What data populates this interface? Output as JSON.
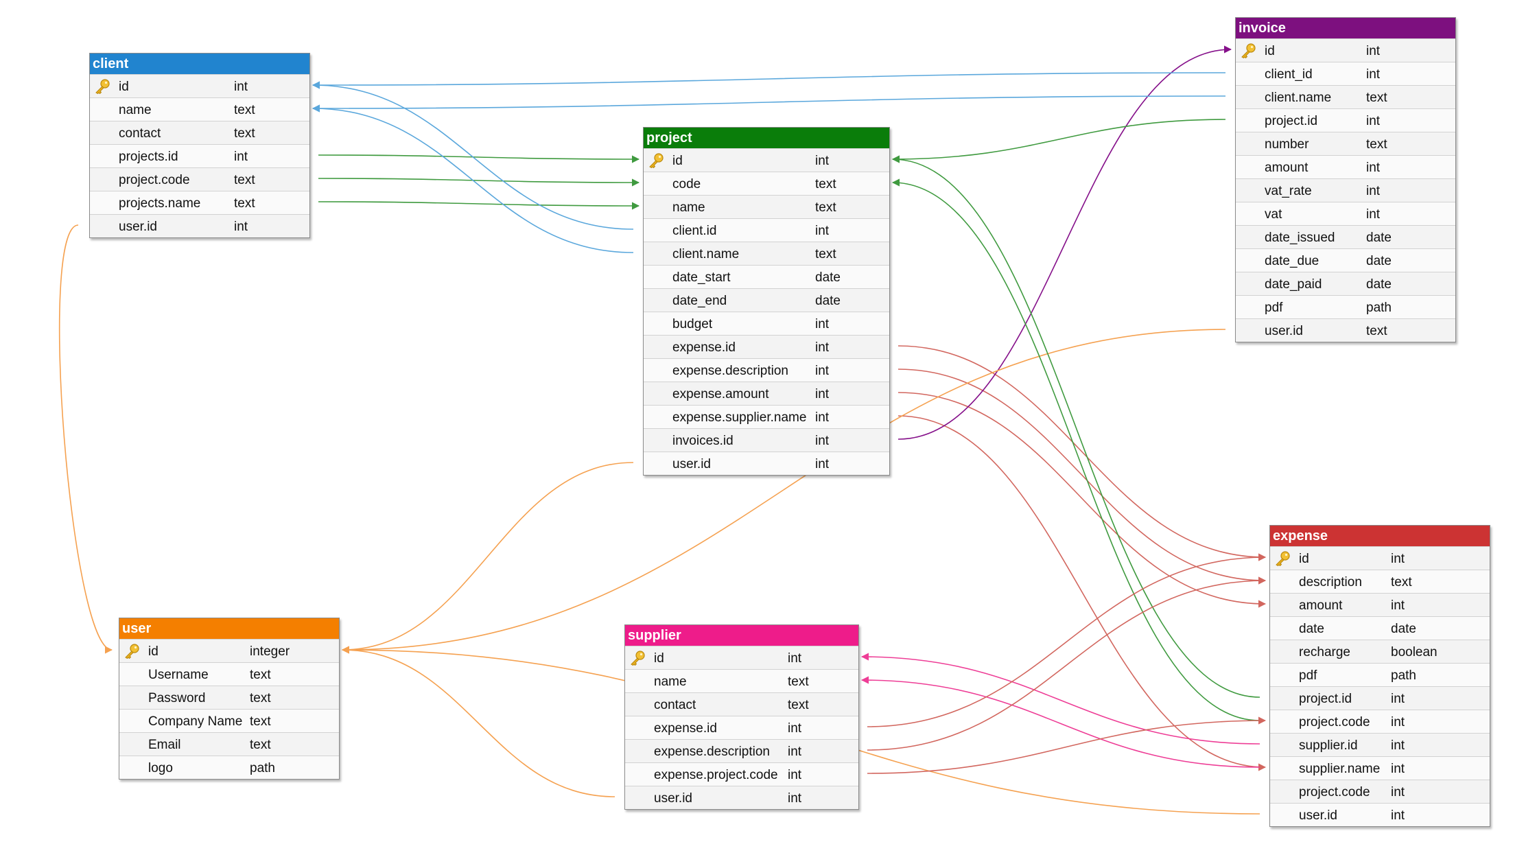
{
  "colors": {
    "client": "#2184cf",
    "project": "#0a7d0a",
    "invoice": "#7d107f",
    "expense": "#cc3333",
    "user": "#f47f00",
    "supplier": "#ee1c8a",
    "link_client": "#5aa7dc",
    "link_project": "#3f9a3f",
    "link_invoice": "#85108a",
    "link_expense": "#d2665e",
    "link_user": "#f5a150",
    "link_supplier": "#ee3d96"
  },
  "tables": [
    {
      "id": "client",
      "title": "client",
      "color": "client",
      "key_icon": "key-icon",
      "fields": [
        {
          "name": "id",
          "type": "int",
          "primary": true
        },
        {
          "name": "name",
          "type": "text"
        },
        {
          "name": "contact",
          "type": "text"
        },
        {
          "name": "projects.id",
          "type": "int"
        },
        {
          "name": "project.code",
          "type": "text"
        },
        {
          "name": "projects.name",
          "type": "text"
        },
        {
          "name": "user.id",
          "type": "int"
        }
      ]
    },
    {
      "id": "project",
      "title": "project",
      "color": "project",
      "key_icon": "key-icon",
      "fields": [
        {
          "name": "id",
          "type": "int",
          "primary": true
        },
        {
          "name": "code",
          "type": "text"
        },
        {
          "name": "name",
          "type": "text"
        },
        {
          "name": "client.id",
          "type": "int"
        },
        {
          "name": "client.name",
          "type": "text"
        },
        {
          "name": "date_start",
          "type": "date"
        },
        {
          "name": "date_end",
          "type": "date"
        },
        {
          "name": "budget",
          "type": "int"
        },
        {
          "name": "expense.id",
          "type": "int"
        },
        {
          "name": "expense.description",
          "type": "int"
        },
        {
          "name": "expense.amount",
          "type": "int"
        },
        {
          "name": "expense.supplier.name",
          "type": "int"
        },
        {
          "name": "invoices.id",
          "type": "int"
        },
        {
          "name": "user.id",
          "type": "int"
        }
      ]
    },
    {
      "id": "invoice",
      "title": "invoice",
      "color": "invoice",
      "key_icon": "key-icon",
      "fields": [
        {
          "name": "id",
          "type": "int",
          "primary": true
        },
        {
          "name": "client_id",
          "type": "int"
        },
        {
          "name": "client.name",
          "type": "text"
        },
        {
          "name": "project.id",
          "type": "int"
        },
        {
          "name": "number",
          "type": "text"
        },
        {
          "name": "amount",
          "type": "int"
        },
        {
          "name": "vat_rate",
          "type": "int"
        },
        {
          "name": "vat",
          "type": "int"
        },
        {
          "name": "date_issued",
          "type": "date"
        },
        {
          "name": "date_due",
          "type": "date"
        },
        {
          "name": "date_paid",
          "type": "date"
        },
        {
          "name": "pdf",
          "type": "path"
        },
        {
          "name": "user.id",
          "type": "text"
        }
      ]
    },
    {
      "id": "expense",
      "title": "expense",
      "color": "expense",
      "key_icon": "key-icon",
      "fields": [
        {
          "name": "id",
          "type": "int",
          "primary": true
        },
        {
          "name": "description",
          "type": "text"
        },
        {
          "name": "amount",
          "type": "int"
        },
        {
          "name": "date",
          "type": "date"
        },
        {
          "name": "recharge",
          "type": "boolean"
        },
        {
          "name": "pdf",
          "type": "path"
        },
        {
          "name": "project.id",
          "type": "int"
        },
        {
          "name": "project.code",
          "type": "int"
        },
        {
          "name": "supplier.id",
          "type": "int"
        },
        {
          "name": "supplier.name",
          "type": "int"
        },
        {
          "name": "project.code",
          "type": "int"
        },
        {
          "name": "user.id",
          "type": "int"
        }
      ]
    },
    {
      "id": "user",
      "title": "user",
      "color": "user",
      "key_icon": "key-icon",
      "fields": [
        {
          "name": "id",
          "type": "integer",
          "primary": true
        },
        {
          "name": "Username",
          "type": "text"
        },
        {
          "name": "Password",
          "type": "text"
        },
        {
          "name": "Company Name",
          "type": "text"
        },
        {
          "name": "Email",
          "type": "text"
        },
        {
          "name": "logo",
          "type": "path"
        }
      ]
    },
    {
      "id": "supplier",
      "title": "supplier",
      "color": "supplier",
      "key_icon": "key-icon",
      "fields": [
        {
          "name": "id",
          "type": "int",
          "primary": true
        },
        {
          "name": "name",
          "type": "text"
        },
        {
          "name": "contact",
          "type": "text"
        },
        {
          "name": "expense.id",
          "type": "int"
        },
        {
          "name": "expense.description",
          "type": "int"
        },
        {
          "name": "expense.project.code",
          "type": "int"
        },
        {
          "name": "user.id",
          "type": "int"
        }
      ]
    }
  ],
  "relationships": [
    {
      "from": "client.projects.id",
      "to": "project.id",
      "color": "link_project"
    },
    {
      "from": "client.project.code",
      "to": "project.code",
      "color": "link_project"
    },
    {
      "from": "client.projects.name",
      "to": "project.name",
      "color": "link_project"
    },
    {
      "from": "client.user.id",
      "to": "user.id",
      "color": "link_user"
    },
    {
      "from": "project.client.id",
      "to": "client.id",
      "color": "link_client"
    },
    {
      "from": "project.client.name",
      "to": "client.name",
      "color": "link_client"
    },
    {
      "from": "project.expense.id",
      "to": "expense.id",
      "color": "link_expense"
    },
    {
      "from": "project.expense.description",
      "to": "expense.description",
      "color": "link_expense"
    },
    {
      "from": "project.expense.amount",
      "to": "expense.amount",
      "color": "link_expense"
    },
    {
      "from": "project.expense.supplier.name",
      "to": "expense.supplier.name",
      "color": "link_expense"
    },
    {
      "from": "project.invoices.id",
      "to": "invoice.id",
      "color": "link_invoice"
    },
    {
      "from": "project.user.id",
      "to": "user.id",
      "color": "link_user"
    },
    {
      "from": "invoice.client_id",
      "to": "client.id",
      "color": "link_client"
    },
    {
      "from": "invoice.client.name",
      "to": "client.name",
      "color": "link_client"
    },
    {
      "from": "invoice.project.id",
      "to": "project.id",
      "color": "link_project"
    },
    {
      "from": "invoice.user.id",
      "to": "user.id",
      "color": "link_user"
    },
    {
      "from": "expense.project.id",
      "to": "project.id",
      "color": "link_project"
    },
    {
      "from": "expense.project.code",
      "to": "project.code",
      "color": "link_project"
    },
    {
      "from": "expense.supplier.id",
      "to": "supplier.id",
      "color": "link_supplier"
    },
    {
      "from": "expense.supplier.name",
      "to": "supplier.name",
      "color": "link_supplier"
    },
    {
      "from": "expense.user.id",
      "to": "user.id",
      "color": "link_user"
    },
    {
      "from": "supplier.expense.id",
      "to": "expense.id",
      "color": "link_expense"
    },
    {
      "from": "supplier.expense.description",
      "to": "expense.description",
      "color": "link_expense"
    },
    {
      "from": "supplier.expense.project.code",
      "to": "expense.project.code",
      "color": "link_expense"
    },
    {
      "from": "supplier.user.id",
      "to": "user.id",
      "color": "link_user"
    }
  ]
}
